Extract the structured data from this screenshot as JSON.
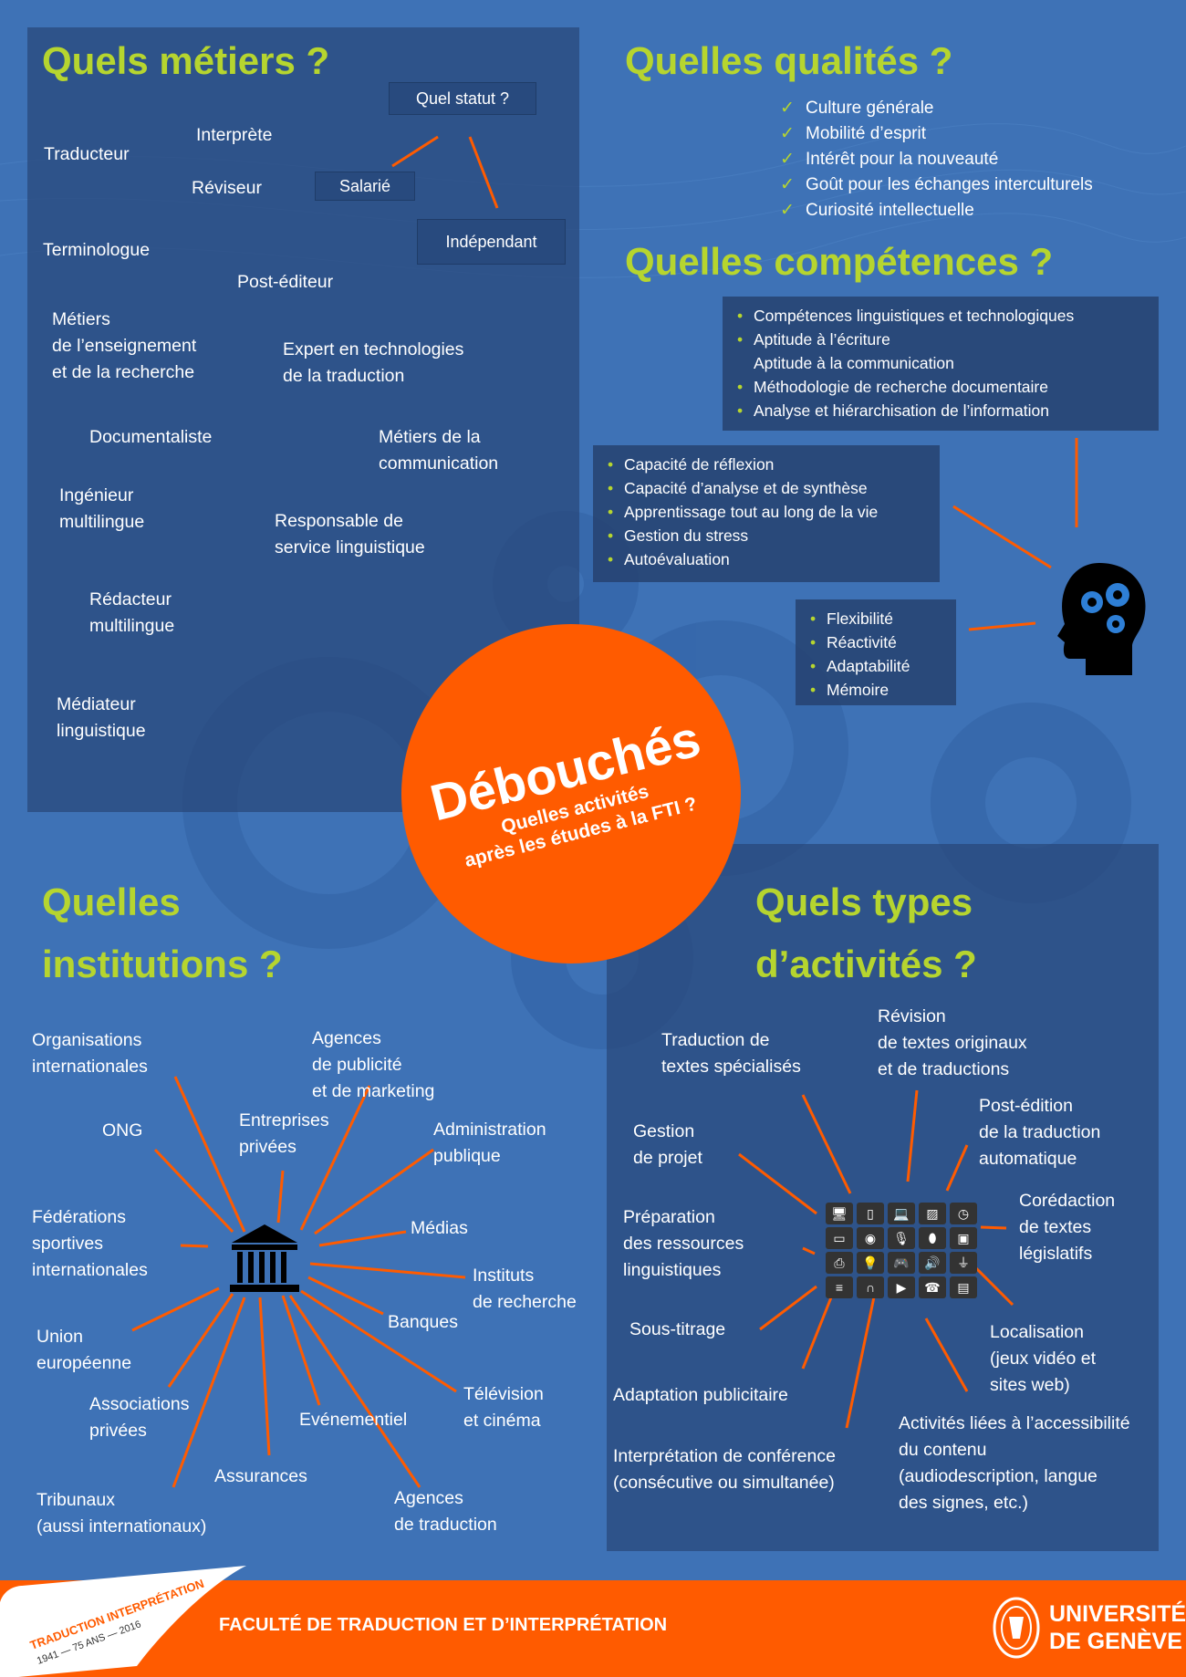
{
  "colors": {
    "background": "#3e72b6",
    "accent_green": "#b6d52f",
    "accent_orange": "#ff5b00"
  },
  "metiers": {
    "title": "Quels métiers ?",
    "statut": {
      "question": "Quel statut ?",
      "salarie": "Salarié",
      "independant": "Indépendant"
    },
    "jobs": [
      "Traducteur",
      "Interprète",
      "Réviseur",
      "Terminologue",
      "Post-éditeur",
      "Métiers\nde l’enseignement\net de la recherche",
      "Expert en technologies\nde la traduction",
      "Documentaliste",
      "Métiers de la\ncommunication",
      "Ingénieur\nmultilingue",
      "Responsable de\nservice linguistique",
      "Rédacteur\nmultilingue",
      "Médiateur\nlinguistique"
    ]
  },
  "qualites": {
    "title": "Quelles qualités ?",
    "items": [
      "Culture générale",
      "Mobilité d’esprit",
      "Intérêt pour la nouveauté",
      "Goût pour les échanges interculturels",
      "Curiosité intellectuelle"
    ]
  },
  "competences": {
    "title": "Quelles compétences ?",
    "group1": [
      "Compétences linguistiques et technologiques",
      "Aptitude à l’écriture\nAptitude à la communication",
      "Méthodologie de recherche documentaire",
      "Analyse et hiérarchisation de l’information"
    ],
    "group2": [
      "Capacité de réflexion",
      "Capacité d’analyse et de synthèse",
      "Apprentissage tout au long de la vie",
      "Gestion du stress",
      "Autoévaluation"
    ],
    "group3": [
      "Flexibilité",
      "Réactivité",
      "Adaptabilité",
      "Mémoire"
    ]
  },
  "center": {
    "title": "Débouchés",
    "subtitle": "Quelles activités\naprès les études à la FTI ?"
  },
  "institutions": {
    "title": "Quelles\ninstitutions ?",
    "items": [
      "Organisations\ninternationales",
      "Agences\nde publicité\net de marketing",
      "ONG",
      "Entreprises\nprivées",
      "Administration\npublique",
      "Fédérations\nsportives\ninternationales",
      "Médias",
      "Instituts\nde recherche",
      "Banques",
      "Union\neuropéenne",
      "Associations\nprivées",
      "Télévision\net cinéma",
      "Evénementiel",
      "Assurances",
      "Tribunaux\n(aussi internationaux)",
      "Agences\nde traduction"
    ]
  },
  "activites": {
    "title": "Quels types\nd’activités ?",
    "items": [
      "Traduction de\ntextes spécialisés",
      "Révision\nde textes originaux\net de traductions",
      "Gestion\nde projet",
      "Post-édition\nde la traduction\nautomatique",
      "Préparation\ndes ressources\nlinguistiques",
      "Corédaction\nde textes\nlégislatifs",
      "Sous-titrage",
      "Localisation\n(jeux vidéo et\nsites web)",
      "Adaptation publicitaire",
      "Activités liées à l’accessibilité\ndu contenu\n(audiodescription, langue\ndes signes, etc.)",
      "Interprétation de conférence\n(consécutive ou simultanée)"
    ],
    "icons": [
      "desktop-icon",
      "smartphone-icon",
      "laptop-icon",
      "image-icon",
      "clock-icon",
      "monitor-icon",
      "camera-icon",
      "microphone-icon",
      "mouse-icon",
      "chip-icon",
      "printer-icon",
      "lightbulb-icon",
      "gamepad-icon",
      "speaker-icon",
      "plug-icon",
      "database-icon",
      "headphones-icon",
      "play-icon",
      "telephone-icon",
      "server-icon"
    ]
  },
  "footer": {
    "faculty": "FACULTÉ DE TRADUCTION ET D’INTERPRÉTATION",
    "university": "UNIVERSITÉ\nDE GENÈVE",
    "anniversary_logo": "TRADUCTION INTERPRÉTATION 1941 — 75 ANS — 2016"
  }
}
